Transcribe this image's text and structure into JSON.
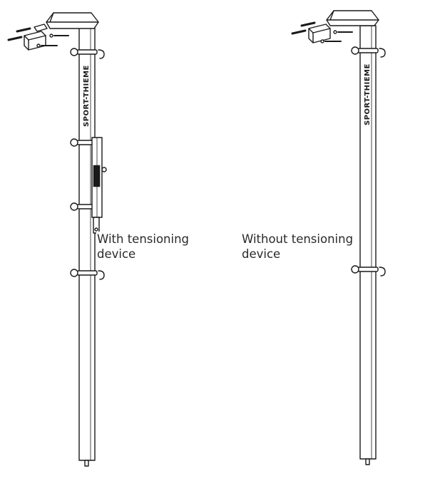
{
  "variants": [
    {
      "id": "with",
      "caption_line1": "With tensioning",
      "caption_line2": "device",
      "brand_text": "SPORT-THIEME",
      "has_tensioning_device": true
    },
    {
      "id": "without",
      "caption_line1": "Without tensioning",
      "caption_line2": "device",
      "brand_text": "SPORT-THIEME",
      "has_tensioning_device": false
    }
  ],
  "colors": {
    "line": "#1a1a1a",
    "fill": "#ffffff"
  }
}
